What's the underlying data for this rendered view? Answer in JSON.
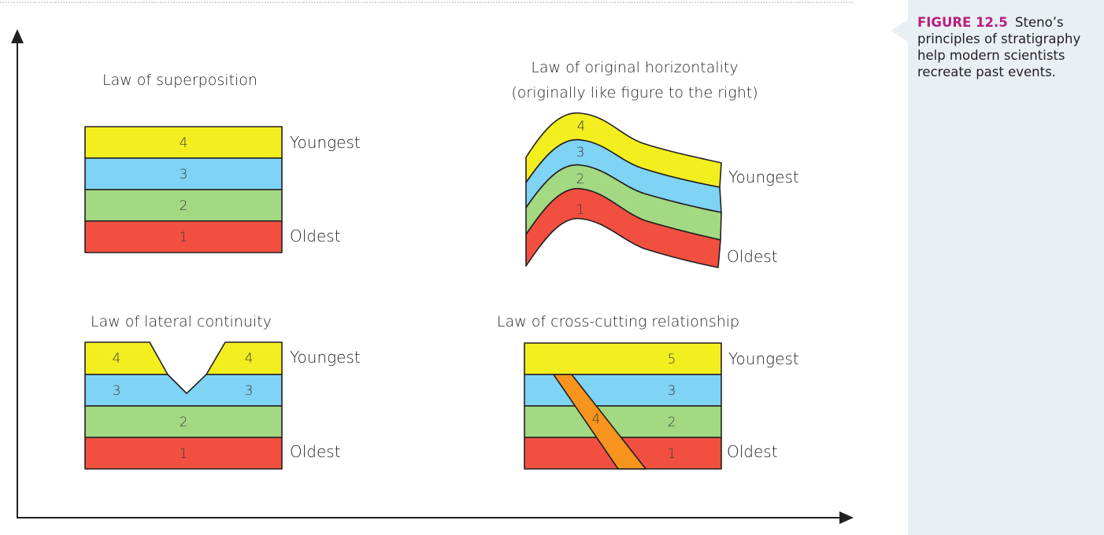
{
  "caption": {
    "label": "FIGURE 12.5",
    "text": "Steno’s principles of stratigraphy help modern scientists recreate past events."
  },
  "colors": {
    "layer_1": "#f15040",
    "layer_2": "#a2d982",
    "layer_3": "#7fd3f5",
    "layer_4": "#f3ef1f",
    "intrusion": "#f7941d",
    "caption_bg": "#e8f0f3",
    "caption_label": "#b81d81"
  },
  "panels": {
    "superposition": {
      "title": "Law of superposition",
      "layers": [
        "1",
        "2",
        "3",
        "4"
      ],
      "youngest": "Youngest",
      "oldest": "Oldest"
    },
    "horizontality": {
      "title_line1": "Law of original horizontality",
      "title_line2": "(originally like figure to the right)",
      "layers": [
        "1",
        "2",
        "3",
        "4"
      ],
      "youngest": "Youngest",
      "oldest": "Oldest"
    },
    "lateral": {
      "title": "Law of lateral continuity",
      "layer4_left": "4",
      "layer4_right": "4",
      "layer3_left": "3",
      "layer3_right": "3",
      "layer2": "2",
      "layer1": "1",
      "youngest": "Youngest",
      "oldest": "Oldest"
    },
    "crosscutting": {
      "title": "Law of cross-cutting relationship",
      "layer5": "5",
      "layer3": "3",
      "layer2": "2",
      "layer1": "1",
      "intrusion": "4",
      "youngest": "Youngest",
      "oldest": "Oldest"
    }
  }
}
